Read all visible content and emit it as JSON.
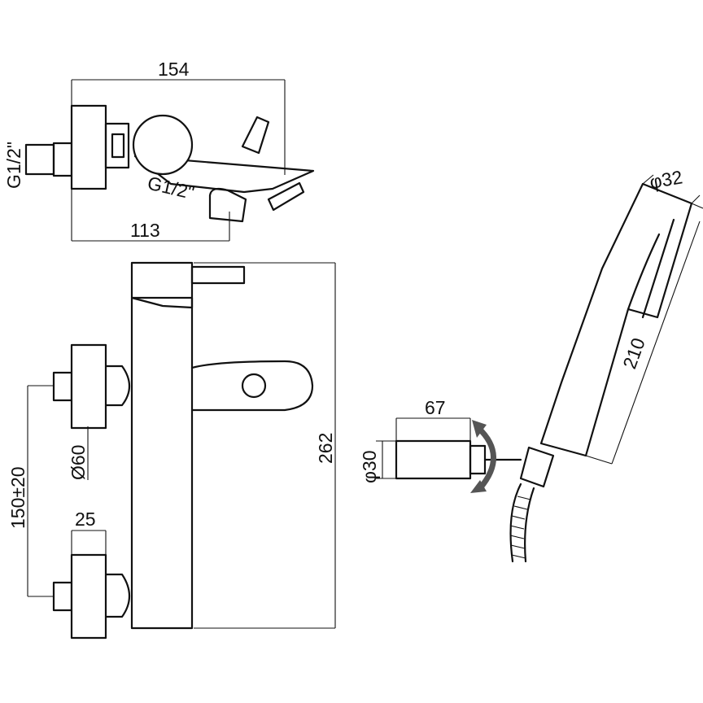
{
  "dimensions": {
    "top_width": "154",
    "spout_offset": "113",
    "inlet_thread": "G1/2\"",
    "outlet_thread": "G1/2\"",
    "body_diameter": "Ø60",
    "inlet_spacing": "150±20",
    "inlet_size": "25",
    "total_height": "262",
    "hand_shower_diameter": "φ32",
    "hand_shower_length": "210",
    "holder_length": "67",
    "holder_diameter": "φ30"
  },
  "colors": {
    "line": "#111111",
    "rotation_arrow": "#555555",
    "background": "#ffffff"
  }
}
